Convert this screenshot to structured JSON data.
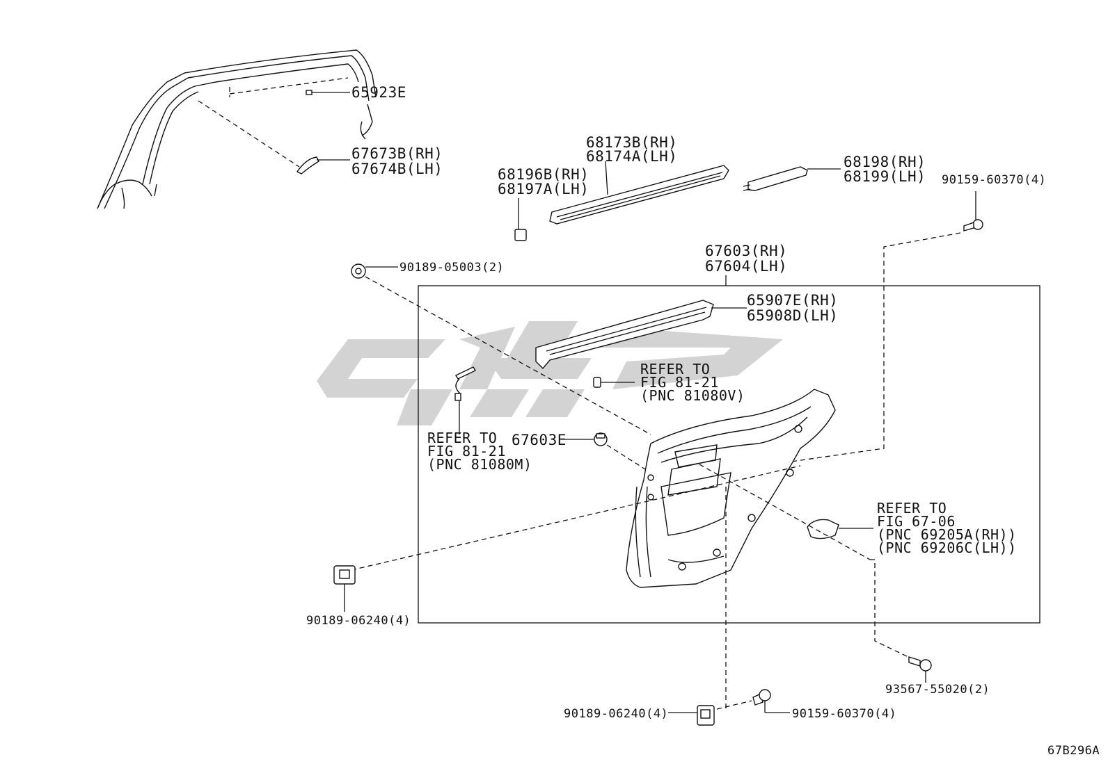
{
  "diagram_id": "67B296A",
  "callouts": {
    "c65923E": "65923E",
    "c67673B": "67673B(RH)",
    "c67674B": "67674B(LH)",
    "c68173B": "68173B(RH)",
    "c68174A": "68174A(LH)",
    "c68196B": "68196B(RH)",
    "c68197A": "68197A(LH)",
    "c68198": "68198(RH)",
    "c68199": "68199(LH)",
    "c90159top": "90159-60370(4)",
    "c67603": "67603(RH)",
    "c67604": "67604(LH)",
    "c90189_05003": "90189-05003(2)",
    "c65907E": "65907E(RH)",
    "c65908D": "65908D(LH)",
    "ref1_line1": "REFER TO",
    "ref1_line2": "FIG 81-21",
    "ref1_line3": "(PNC 81080V)",
    "c67603E": "67603E",
    "ref2_line1": "REFER TO",
    "ref2_line2": "FIG 81-21",
    "ref2_line3": "(PNC 81080M)",
    "ref3_line1": "REFER TO",
    "ref3_line2": "FIG 67-06",
    "ref3_line3": "(PNC 69205A(RH))",
    "ref3_line4": "(PNC 69206C(LH))",
    "c90189_06240_left": "90189-06240(4)",
    "c93567": "93567-55020(2)",
    "c90189_06240_bottom": "90189-06240(4)",
    "c90159bottom": "90159-60370(4)"
  }
}
